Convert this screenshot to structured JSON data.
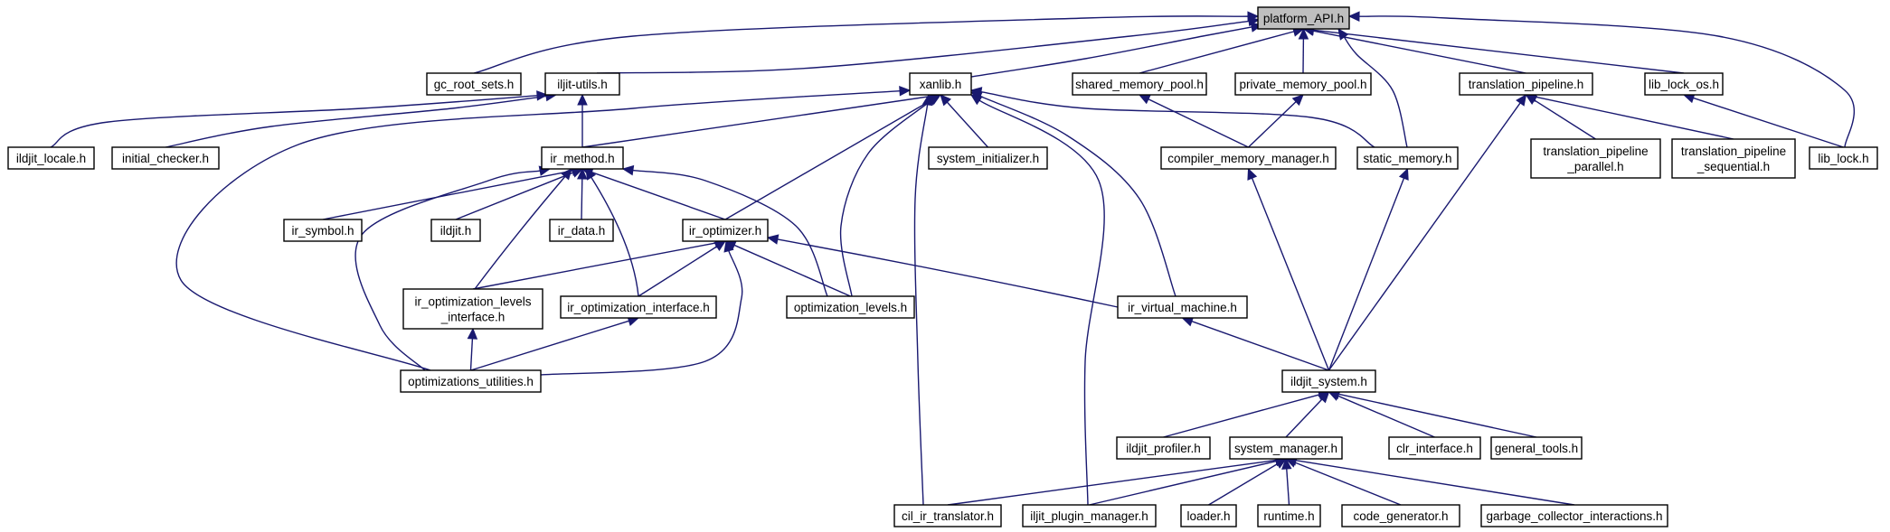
{
  "nodes": [
    {
      "id": "platform_API",
      "label": [
        "platform_API.h"
      ],
      "root": true
    },
    {
      "id": "gc_root_sets",
      "label": [
        "gc_root_sets.h"
      ]
    },
    {
      "id": "iljit_utils",
      "label": [
        "iljit-utils.h"
      ]
    },
    {
      "id": "xanlib",
      "label": [
        "xanlib.h"
      ]
    },
    {
      "id": "shared_memory_pool",
      "label": [
        "shared_memory_pool.h"
      ]
    },
    {
      "id": "private_memory_pool",
      "label": [
        "private_memory_pool.h"
      ]
    },
    {
      "id": "translation_pipeline",
      "label": [
        "translation_pipeline.h"
      ]
    },
    {
      "id": "lib_lock_os",
      "label": [
        "lib_lock_os.h"
      ]
    },
    {
      "id": "ildjit_locale",
      "label": [
        "ildjit_locale.h"
      ]
    },
    {
      "id": "initial_checker",
      "label": [
        "initial_checker.h"
      ]
    },
    {
      "id": "ir_method",
      "label": [
        "ir_method.h"
      ]
    },
    {
      "id": "system_initializer",
      "label": [
        "system_initializer.h"
      ]
    },
    {
      "id": "compiler_memory_manager",
      "label": [
        "compiler_memory_manager.h"
      ]
    },
    {
      "id": "static_memory",
      "label": [
        "static_memory.h"
      ]
    },
    {
      "id": "translation_pipeline_parallel",
      "label": [
        "translation_pipeline",
        "_parallel.h"
      ]
    },
    {
      "id": "translation_pipeline_sequential",
      "label": [
        "translation_pipeline",
        "_sequential.h"
      ]
    },
    {
      "id": "lib_lock",
      "label": [
        "lib_lock.h"
      ]
    },
    {
      "id": "ir_symbol",
      "label": [
        "ir_symbol.h"
      ]
    },
    {
      "id": "ildjit",
      "label": [
        "ildjit.h"
      ]
    },
    {
      "id": "ir_data",
      "label": [
        "ir_data.h"
      ]
    },
    {
      "id": "ir_optimizer",
      "label": [
        "ir_optimizer.h"
      ]
    },
    {
      "id": "ir_optimization_levels_interface",
      "label": [
        "ir_optimization_levels",
        "_interface.h"
      ]
    },
    {
      "id": "ir_optimization_interface",
      "label": [
        "ir_optimization_interface.h"
      ]
    },
    {
      "id": "optimization_levels",
      "label": [
        "optimization_levels.h"
      ]
    },
    {
      "id": "ir_virtual_machine",
      "label": [
        "ir_virtual_machine.h"
      ]
    },
    {
      "id": "optimizations_utilities",
      "label": [
        "optimizations_utilities.h"
      ]
    },
    {
      "id": "ildjit_system",
      "label": [
        "ildjit_system.h"
      ]
    },
    {
      "id": "ildjit_profiler",
      "label": [
        "ildjit_profiler.h"
      ]
    },
    {
      "id": "system_manager",
      "label": [
        "system_manager.h"
      ]
    },
    {
      "id": "clr_interface",
      "label": [
        "clr_interface.h"
      ]
    },
    {
      "id": "general_tools",
      "label": [
        "general_tools.h"
      ]
    },
    {
      "id": "cil_ir_translator",
      "label": [
        "cil_ir_translator.h"
      ]
    },
    {
      "id": "iljit_plugin_manager",
      "label": [
        "iljit_plugin_manager.h"
      ]
    },
    {
      "id": "loader",
      "label": [
        "loader.h"
      ]
    },
    {
      "id": "runtime",
      "label": [
        "runtime.h"
      ]
    },
    {
      "id": "code_generator",
      "label": [
        "code_generator.h"
      ]
    },
    {
      "id": "garbage_collector_interactions",
      "label": [
        "garbage_collector_interactions.h"
      ]
    }
  ],
  "edges": [
    {
      "from": "gc_root_sets",
      "to": "platform_API"
    },
    {
      "from": "iljit_utils",
      "to": "platform_API"
    },
    {
      "from": "xanlib",
      "to": "platform_API"
    },
    {
      "from": "shared_memory_pool",
      "to": "platform_API"
    },
    {
      "from": "private_memory_pool",
      "to": "platform_API"
    },
    {
      "from": "translation_pipeline",
      "to": "platform_API"
    },
    {
      "from": "lib_lock_os",
      "to": "platform_API"
    },
    {
      "from": "lib_lock",
      "to": "platform_API"
    },
    {
      "from": "static_memory",
      "to": "platform_API"
    },
    {
      "from": "ildjit_locale",
      "to": "iljit_utils"
    },
    {
      "from": "initial_checker",
      "to": "iljit_utils"
    },
    {
      "from": "ir_method",
      "to": "iljit_utils"
    },
    {
      "from": "ir_method",
      "to": "xanlib"
    },
    {
      "from": "system_initializer",
      "to": "xanlib"
    },
    {
      "from": "static_memory",
      "to": "xanlib"
    },
    {
      "from": "ir_optimizer",
      "to": "xanlib"
    },
    {
      "from": "optimization_levels",
      "to": "xanlib"
    },
    {
      "from": "ir_virtual_machine",
      "to": "xanlib"
    },
    {
      "from": "optimizations_utilities",
      "to": "xanlib"
    },
    {
      "from": "cil_ir_translator",
      "to": "xanlib"
    },
    {
      "from": "iljit_plugin_manager",
      "to": "xanlib"
    },
    {
      "from": "compiler_memory_manager",
      "to": "shared_memory_pool"
    },
    {
      "from": "compiler_memory_manager",
      "to": "private_memory_pool"
    },
    {
      "from": "translation_pipeline_parallel",
      "to": "translation_pipeline"
    },
    {
      "from": "translation_pipeline_sequential",
      "to": "translation_pipeline"
    },
    {
      "from": "ildjit_system",
      "to": "translation_pipeline"
    },
    {
      "from": "lib_lock",
      "to": "lib_lock_os"
    },
    {
      "from": "ir_symbol",
      "to": "ir_method"
    },
    {
      "from": "ildjit",
      "to": "ir_method"
    },
    {
      "from": "ir_data",
      "to": "ir_method"
    },
    {
      "from": "ir_optimizer",
      "to": "ir_method"
    },
    {
      "from": "ir_optimization_levels_interface",
      "to": "ir_method"
    },
    {
      "from": "ir_optimization_interface",
      "to": "ir_method"
    },
    {
      "from": "optimization_levels",
      "to": "ir_method"
    },
    {
      "from": "optimizations_utilities",
      "to": "ir_method"
    },
    {
      "from": "ir_optimization_levels_interface",
      "to": "ir_optimizer"
    },
    {
      "from": "ir_optimization_interface",
      "to": "ir_optimizer"
    },
    {
      "from": "optimization_levels",
      "to": "ir_optimizer"
    },
    {
      "from": "optimizations_utilities",
      "to": "ir_optimizer"
    },
    {
      "from": "ir_virtual_machine",
      "to": "ir_optimizer"
    },
    {
      "from": "optimizations_utilities",
      "to": "ir_optimization_levels_interface"
    },
    {
      "from": "optimizations_utilities",
      "to": "ir_optimization_interface"
    },
    {
      "from": "ildjit_system",
      "to": "compiler_memory_manager"
    },
    {
      "from": "ildjit_system",
      "to": "static_memory"
    },
    {
      "from": "ildjit_system",
      "to": "ir_virtual_machine"
    },
    {
      "from": "ildjit_profiler",
      "to": "ildjit_system"
    },
    {
      "from": "system_manager",
      "to": "ildjit_system"
    },
    {
      "from": "clr_interface",
      "to": "ildjit_system"
    },
    {
      "from": "general_tools",
      "to": "ildjit_system"
    },
    {
      "from": "cil_ir_translator",
      "to": "system_manager"
    },
    {
      "from": "iljit_plugin_manager",
      "to": "system_manager"
    },
    {
      "from": "loader",
      "to": "system_manager"
    },
    {
      "from": "runtime",
      "to": "system_manager"
    },
    {
      "from": "code_generator",
      "to": "system_manager"
    },
    {
      "from": "garbage_collector_interactions",
      "to": "system_manager"
    }
  ]
}
